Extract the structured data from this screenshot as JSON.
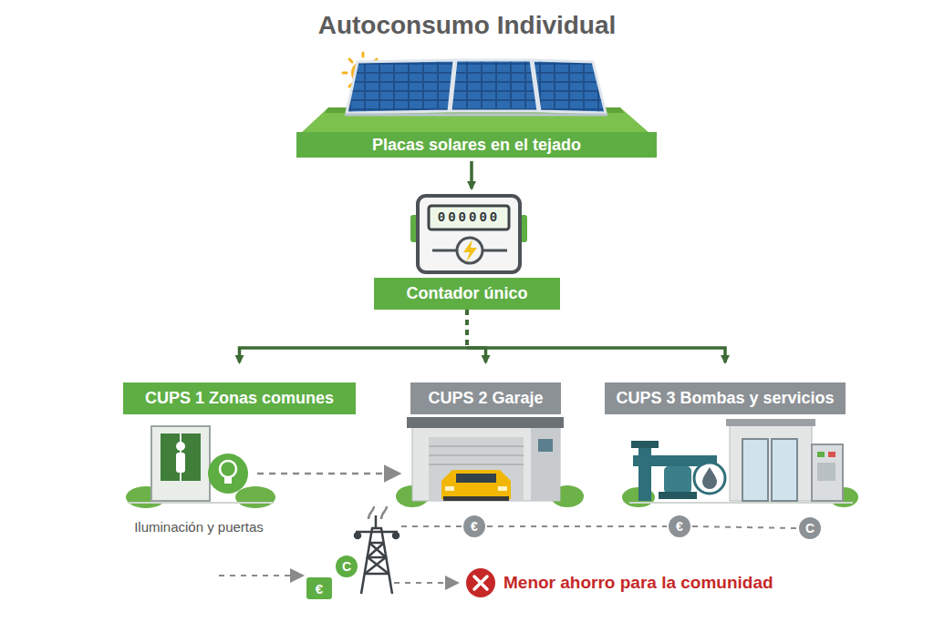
{
  "diagram": {
    "title": "Autoconsumo Individual",
    "nodes": [
      {
        "text": [
          "Placas solares en el tejado"
        ]
      },
      {
        "text": [
          "Contador único"
        ]
      },
      {
        "text": [
          "CUPS 1 Zonas comunes"
        ]
      },
      {
        "text": [
          "CUPS 2 Garaje"
        ]
      },
      {
        "text": [
          "CUPS 3 Bombas y servicios"
        ]
      }
    ],
    "edges": [
      {
        "from": 0,
        "to": 1,
        "arrow": "to"
      },
      {
        "from": 1,
        "to": 2,
        "arrow": "to"
      },
      {
        "from": 1,
        "to": 3,
        "arrow": "to"
      },
      {
        "from": 1,
        "to": 4,
        "arrow": "to"
      }
    ],
    "labels": [
      "000000",
      "Iluminación y puertas",
      "€",
      "€",
      "C",
      "C",
      "€",
      "Menor ahorro para la comunidad"
    ]
  }
}
